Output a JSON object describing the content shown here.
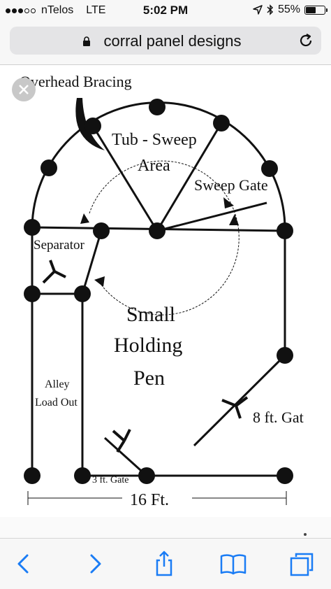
{
  "status_bar": {
    "signal_filled": 3,
    "signal_total": 5,
    "carrier": "nTelos",
    "network": "LTE",
    "time": "5:02 PM",
    "battery_text": "55%",
    "battery_level": 0.55
  },
  "browser": {
    "url_text": "corral panel designs"
  },
  "diagram": {
    "overhead_bracing": "Overhead Bracing",
    "tub_sweep": "Tub - Sweep",
    "area": "Area",
    "sweep_gate": "Sweep Gate",
    "separator": "Separator",
    "small": "Small",
    "holding": "Holding",
    "pen": "Pen",
    "alley": "Alley",
    "load_out": "Load Out",
    "eight_ft_gate": "8 ft. Gat",
    "three_ft_gate": "3 ft. Gate",
    "sixteen_ft": "16 Ft."
  },
  "colors": {
    "ink": "#111111",
    "toolbar_blue": "#1a7cf5",
    "url_bar_bg": "#e4e4e6"
  },
  "icons": {
    "lock": "lock-icon",
    "reload": "reload-icon",
    "close": "close-icon",
    "back": "chevron-left-icon",
    "forward": "chevron-right-icon",
    "share": "share-icon",
    "bookmarks": "book-icon",
    "tabs": "tabs-icon",
    "location": "location-arrow-icon",
    "bluetooth": "bluetooth-icon",
    "battery": "battery-icon"
  }
}
